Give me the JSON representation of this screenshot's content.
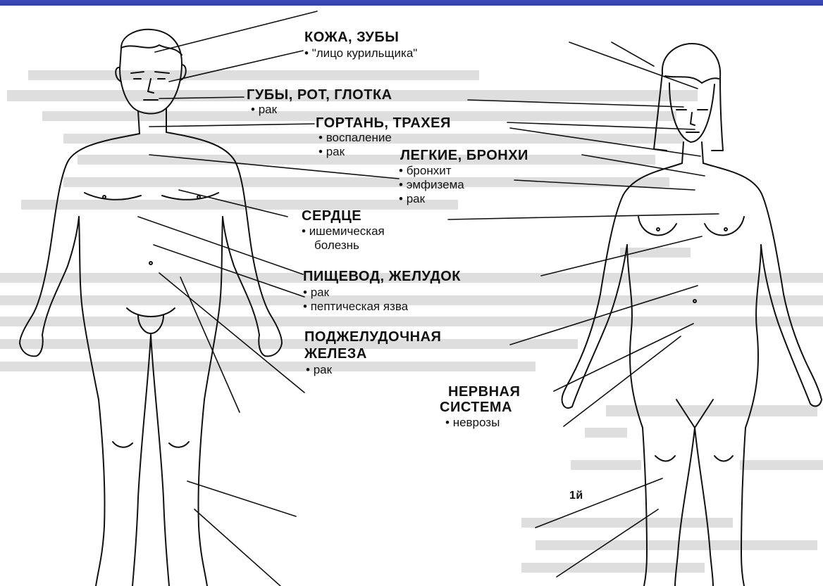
{
  "organs": [
    {
      "title": "КОЖА, ЗУБЫ",
      "items": [
        "\"лицо курильщика\""
      ]
    },
    {
      "title": "ГУБЫ, РОТ, ГЛОТКА",
      "items": [
        "рак"
      ]
    },
    {
      "title": "ГОРТАНЬ, ТРАХЕЯ",
      "items": [
        "воспаление",
        "рак"
      ]
    },
    {
      "title": "ЛЕГКИЕ, БРОНХИ",
      "items": [
        "бронхит",
        "эмфизема",
        "рак"
      ]
    },
    {
      "title": "СЕРДЦЕ",
      "items": [
        "ишемическая",
        "болезнь"
      ]
    },
    {
      "title": "ПИЩЕВОД, ЖЕЛУДОК",
      "items": [
        "рак",
        "пептическая язва"
      ]
    },
    {
      "title_line1": "ПОДЖЕЛУДОЧНАЯ",
      "title_line2": "ЖЕЛЕЗА",
      "items": [
        "рак"
      ]
    },
    {
      "title_line1": "НЕРВНАЯ",
      "title_line2": "СИСТЕМА",
      "items": [
        "неврозы"
      ]
    }
  ],
  "stray_text": "1й",
  "colors": {
    "background": "#0a0e4a",
    "panel": "#ffffff",
    "ink": "#111111",
    "ghost_text": "#d9d9d9"
  }
}
